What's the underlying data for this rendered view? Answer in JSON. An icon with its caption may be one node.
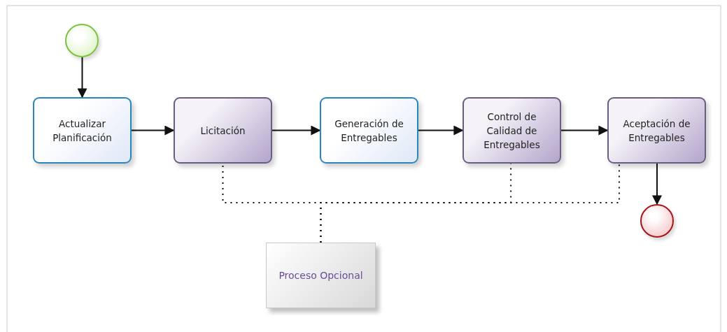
{
  "diagram": {
    "nodes": [
      {
        "text": [],
        "shape": "circle"
      },
      {
        "text": [
          "Actualizar Planificación"
        ]
      },
      {
        "text": [
          "Licitación"
        ]
      },
      {
        "text": [
          "Generación de Entregables"
        ]
      },
      {
        "text": [
          "Control de Calidad de Entregables"
        ]
      },
      {
        "text": [
          "Aceptación de Entregables"
        ]
      },
      {
        "text": [],
        "shape": "circle"
      },
      {
        "text": [
          "Proceso Opcional"
        ]
      }
    ],
    "edges": [
      {
        "from": 0,
        "to": 1,
        "arrow": "to"
      },
      {
        "from": 1,
        "to": 2,
        "arrow": "to"
      },
      {
        "from": 2,
        "to": 3,
        "arrow": "to"
      },
      {
        "from": 3,
        "to": 4,
        "arrow": "to"
      },
      {
        "from": 4,
        "to": 5,
        "arrow": "to"
      },
      {
        "from": 5,
        "to": 6,
        "arrow": "to"
      },
      {
        "from": 7,
        "to": 2,
        "arrow": "none",
        "style": "dashed"
      },
      {
        "from": 7,
        "to": 4,
        "arrow": "none",
        "style": "dashed"
      },
      {
        "from": 7,
        "to": 5,
        "arrow": "none",
        "style": "dashed"
      }
    ]
  }
}
